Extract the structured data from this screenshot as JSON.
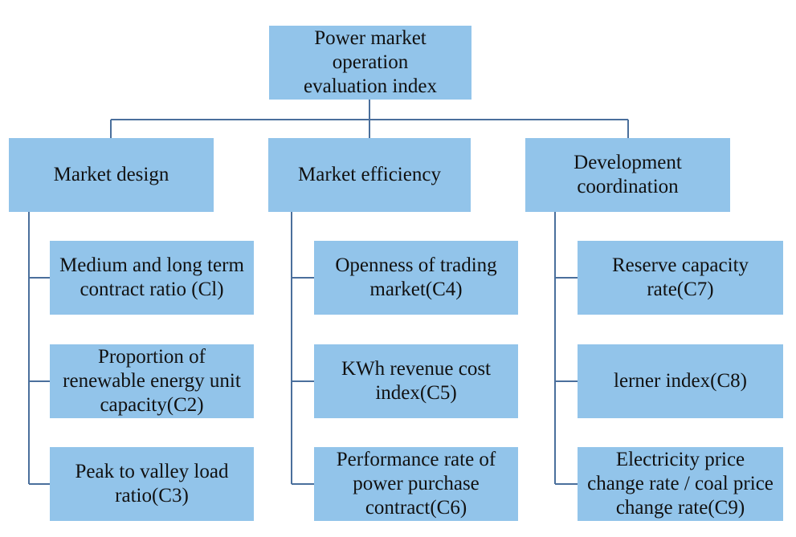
{
  "diagram": {
    "root": {
      "label": "Power market operation evaluation index"
    },
    "categories": [
      {
        "label": "Market design",
        "items": [
          {
            "label": "Medium and long term contract ratio (Cl)"
          },
          {
            "label": "Proportion of renewable energy unit capacity(C2)"
          },
          {
            "label": "Peak to valley load ratio(C3)"
          }
        ]
      },
      {
        "label": "Market efficiency",
        "items": [
          {
            "label": "Openness of trading market(C4)"
          },
          {
            "label": "KWh revenue cost index(C5)"
          },
          {
            "label": "Performance rate of power purchase contract(C6)"
          }
        ]
      },
      {
        "label": "Development coordination",
        "items": [
          {
            "label": "Reserve capacity rate(C7)"
          },
          {
            "label": "lerner index(C8)"
          },
          {
            "label": "Electricity price change rate / coal price change rate(C9)"
          }
        ]
      }
    ]
  },
  "colors": {
    "box_fill": "#92c4ea",
    "connector": "#4a6f9c",
    "text": "#111111"
  }
}
